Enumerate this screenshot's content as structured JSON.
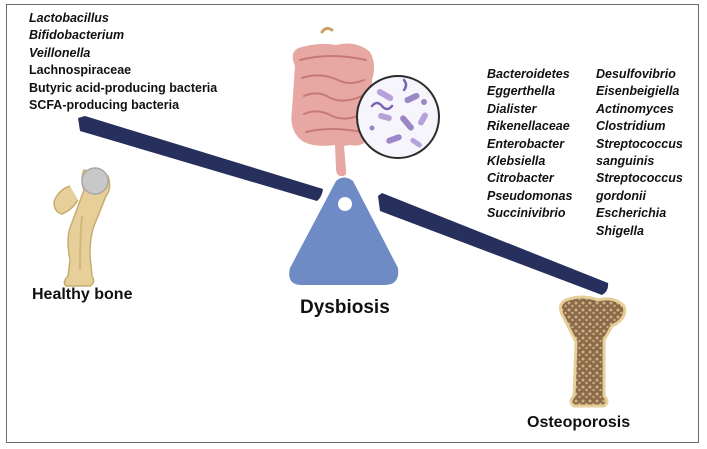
{
  "beneficial_bacteria": [
    {
      "name": "Lactobacillus",
      "italic": true
    },
    {
      "name": "Bifidobacterium",
      "italic": true
    },
    {
      "name": "Veillonella",
      "italic": true
    },
    {
      "name": "Lachnospiraceae",
      "italic": false
    },
    {
      "name": "Butyric acid-producing bacteria",
      "italic": false
    },
    {
      "name": "SCFA-producing bacteria",
      "italic": false
    }
  ],
  "harmful_bacteria_col1": [
    "Bacteroidetes",
    "Eggerthella",
    "Dialister",
    "Rikenellaceae",
    "Enterobacter",
    "Klebsiella",
    "Citrobacter",
    "Pseudomonas",
    "Succinivibrio"
  ],
  "harmful_bacteria_col2": [
    "Desulfovibrio",
    "Eisenbeigiella",
    "Actinomyces",
    "Clostridium",
    "Streptococcus",
    "sanguinis",
    "Streptococcus",
    "gordonii",
    "Escherichia",
    "Shigella"
  ],
  "labels": {
    "healthy": "Healthy bone",
    "center": "Dysbiosis",
    "disease": "Osteoporosis"
  },
  "colors": {
    "beam": "#27305c",
    "fulcrum": "#6f8bc6",
    "intestine": "#e7a7a2",
    "bone": "#e6cf98",
    "cartilage": "#c8c8c8",
    "spongy_bone": "#8a6a48"
  }
}
